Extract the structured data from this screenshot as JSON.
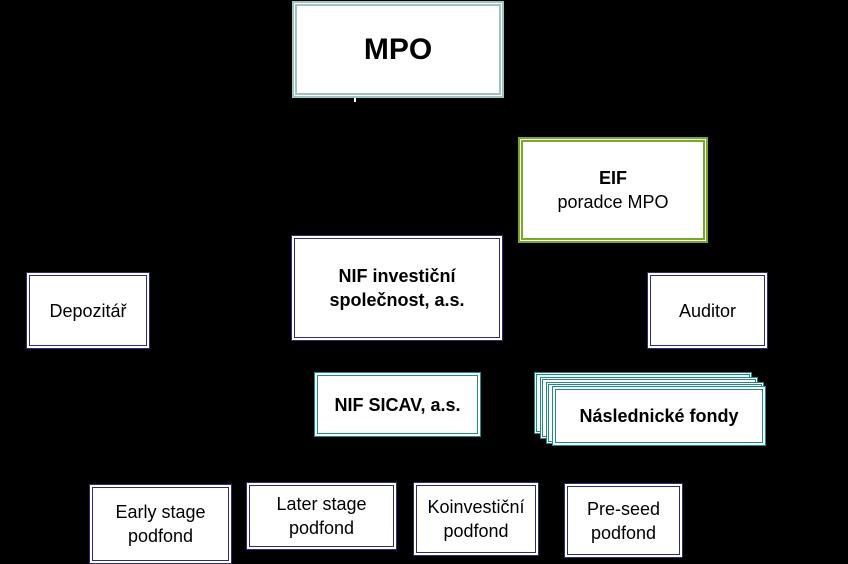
{
  "nodes": {
    "mpo": "MPO",
    "eif": {
      "line1": "EIF",
      "line2": "poradce MPO"
    },
    "nif_is": {
      "line1": "NIF investiční",
      "line2": "společnost, a.s."
    },
    "depozitar": "Depozitář",
    "auditor": "Auditor",
    "nif_sicav": "NIF SICAV, a.s.",
    "naslednicke": "Následnické fondy",
    "early": {
      "line1": "Early stage",
      "line2": "podfond"
    },
    "later": {
      "line1": "Later stage",
      "line2": "podfond"
    },
    "koinvest": {
      "line1": "Koinvestiční",
      "line2": "podfond"
    },
    "preseed": {
      "line1": "Pre-seed",
      "line2": "podfond"
    }
  },
  "colors": {
    "background": "#000000",
    "navy_border": "#2e2c6e",
    "teal_border": "#1f8c86",
    "green_border": "#7aa82a",
    "mpo_border": "#9fc3c0"
  }
}
